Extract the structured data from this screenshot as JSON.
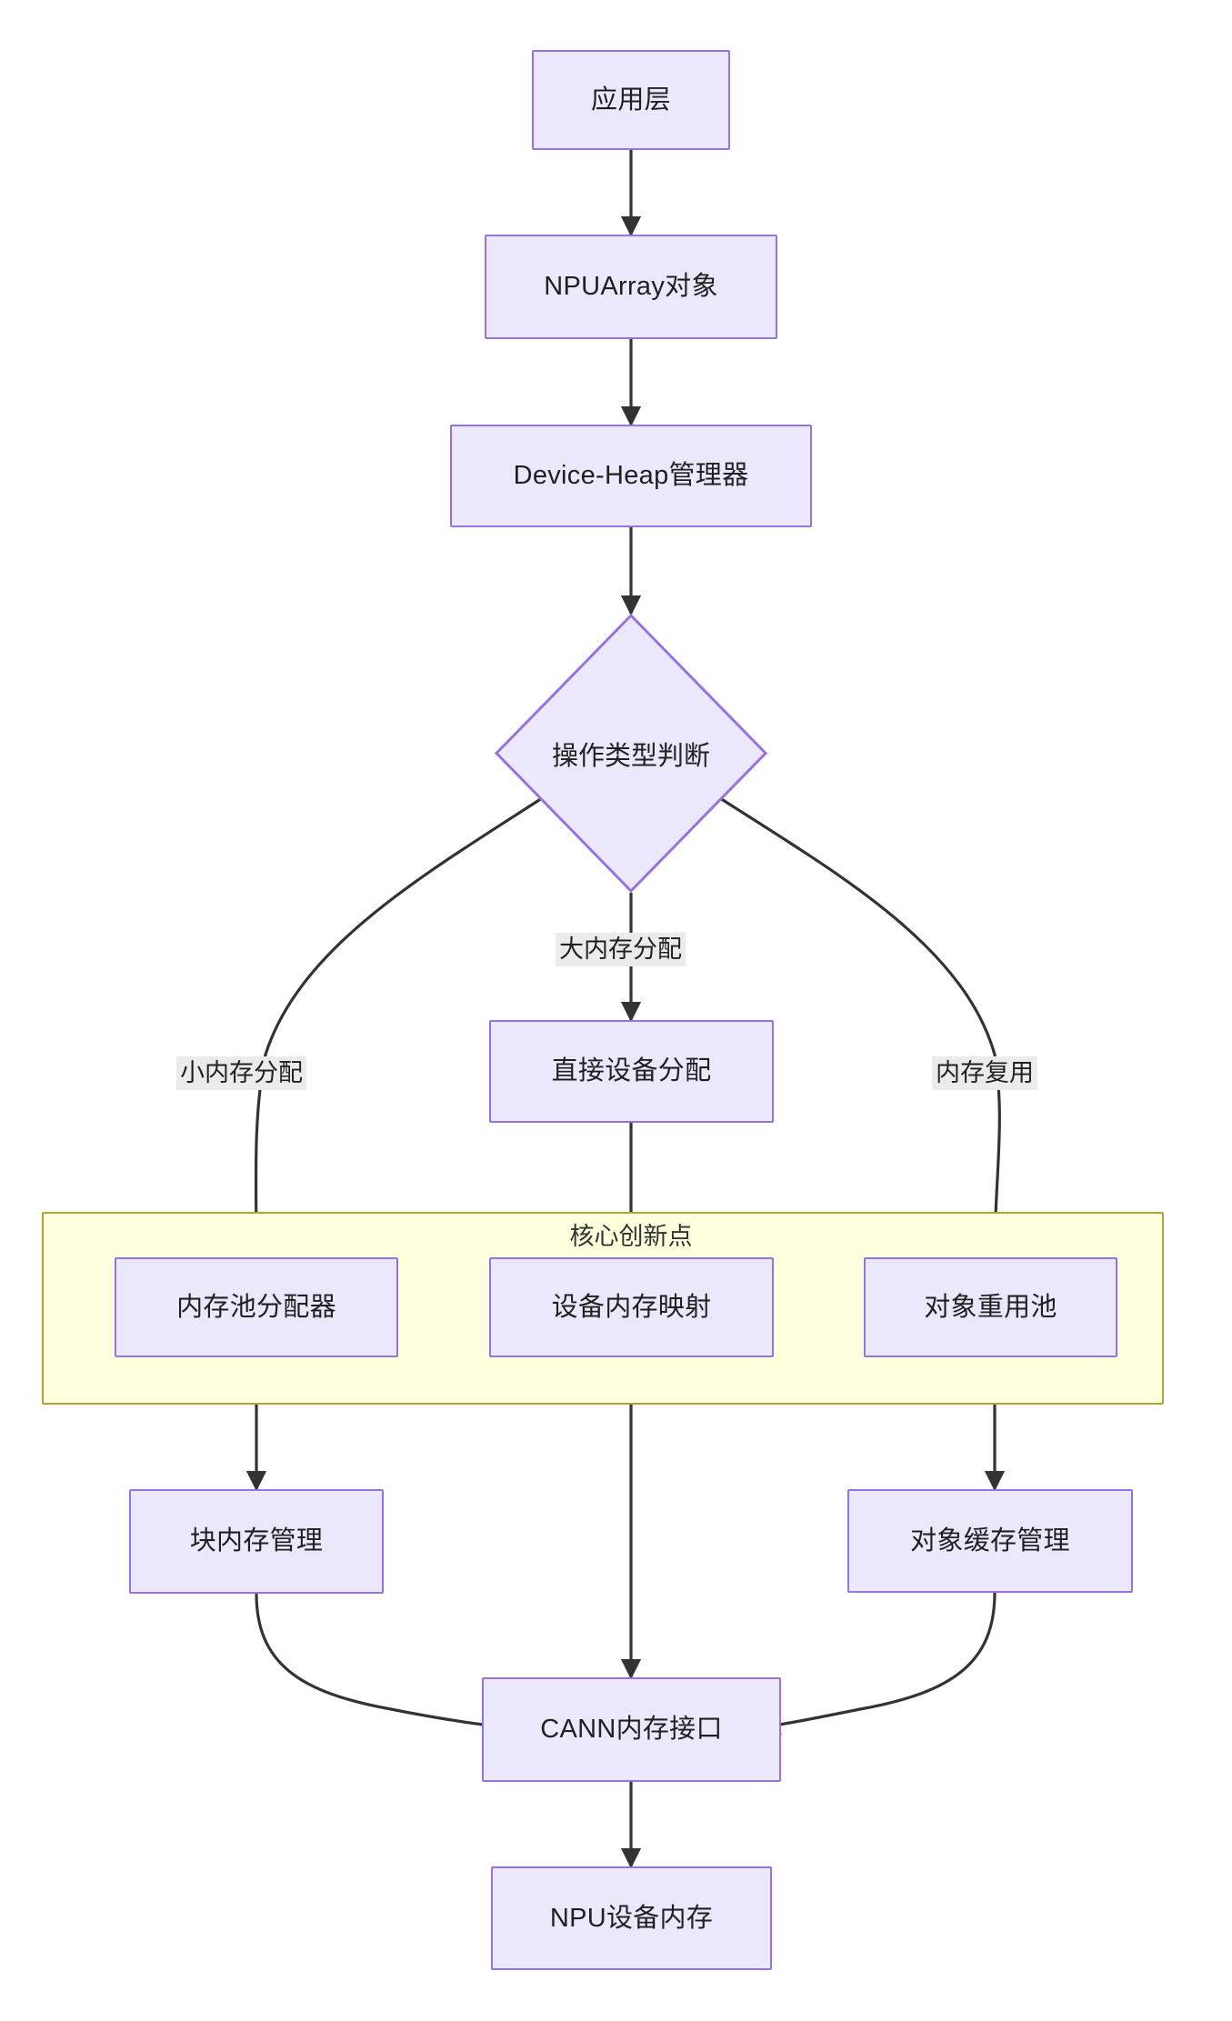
{
  "diagram": {
    "type": "flowchart",
    "direction": "top-down",
    "title": "",
    "theme": {
      "node_fill": "#ece8fb",
      "node_border": "#9673e0",
      "node_text": "#1f2020",
      "edge_stroke": "#333333",
      "cluster_fill": "#ffffde",
      "cluster_border": "#aaaa33",
      "edge_label_bg": "#ebebeb",
      "background": "#ffffff"
    },
    "cluster": {
      "id": "core-innovation",
      "label": "核心创新点"
    },
    "nodes": [
      {
        "id": "app",
        "label": "应用层",
        "shape": "rect"
      },
      {
        "id": "npuarray",
        "label": "NPUArray对象",
        "shape": "rect"
      },
      {
        "id": "heap",
        "label": "Device-Heap管理器",
        "shape": "rect"
      },
      {
        "id": "decision",
        "label": "操作类型判断",
        "shape": "diamond"
      },
      {
        "id": "directdev",
        "label": "直接设备分配",
        "shape": "rect"
      },
      {
        "id": "poolalloc",
        "label": "内存池分配器",
        "shape": "rect"
      },
      {
        "id": "devmap",
        "label": "设备内存映射",
        "shape": "rect"
      },
      {
        "id": "objpool",
        "label": "对象重用池",
        "shape": "rect"
      },
      {
        "id": "blockmgr",
        "label": "块内存管理",
        "shape": "rect"
      },
      {
        "id": "objcache",
        "label": "对象缓存管理",
        "shape": "rect"
      },
      {
        "id": "cannapi",
        "label": "CANN内存接口",
        "shape": "rect"
      },
      {
        "id": "npumem",
        "label": "NPU设备内存",
        "shape": "rect"
      }
    ],
    "edges": [
      {
        "from": "app",
        "to": "npuarray",
        "label": ""
      },
      {
        "from": "npuarray",
        "to": "heap",
        "label": ""
      },
      {
        "from": "heap",
        "to": "decision",
        "label": ""
      },
      {
        "from": "decision",
        "to": "poolalloc",
        "label": "小内存分配"
      },
      {
        "from": "decision",
        "to": "directdev",
        "label": "大内存分配"
      },
      {
        "from": "decision",
        "to": "objpool",
        "label": "内存复用"
      },
      {
        "from": "directdev",
        "to": "devmap",
        "label": ""
      },
      {
        "from": "poolalloc",
        "to": "blockmgr",
        "label": ""
      },
      {
        "from": "objpool",
        "to": "objcache",
        "label": ""
      },
      {
        "from": "devmap",
        "to": "cannapi",
        "label": ""
      },
      {
        "from": "blockmgr",
        "to": "cannapi",
        "label": ""
      },
      {
        "from": "objcache",
        "to": "cannapi",
        "label": ""
      },
      {
        "from": "cannapi",
        "to": "npumem",
        "label": ""
      }
    ],
    "edge_labels": [
      {
        "id": "lbl-small",
        "text": "小内存分配"
      },
      {
        "id": "lbl-large",
        "text": "大内存分配"
      },
      {
        "id": "lbl-reuse",
        "text": "内存复用"
      }
    ]
  }
}
